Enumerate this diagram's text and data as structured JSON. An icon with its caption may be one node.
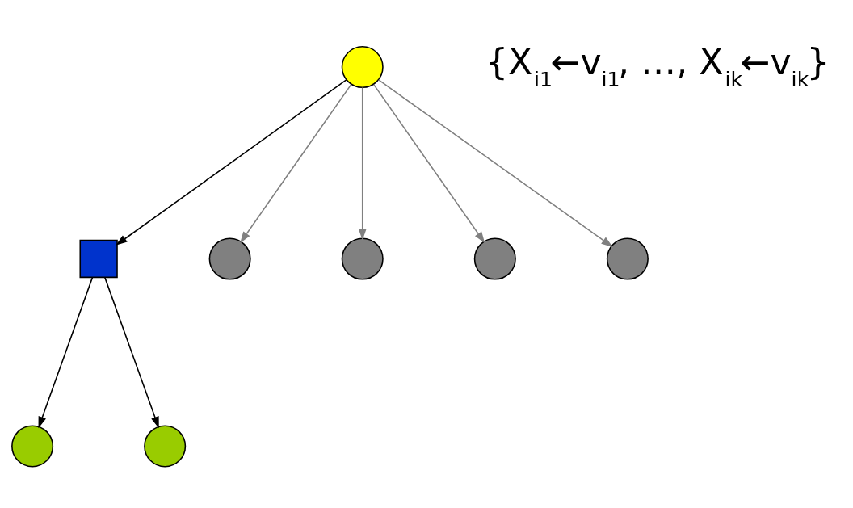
{
  "diagram": {
    "nodes": [
      {
        "text": [],
        "shape": "circle",
        "beside": [
          "{X$_{i1}$←v$_{i1}$, …, X$_{ik}$←v$_{ik}$}"
        ]
      },
      {
        "text": [],
        "shape": "box"
      },
      {
        "text": [],
        "shape": "circle"
      },
      {
        "text": [],
        "shape": "circle"
      },
      {
        "text": [],
        "shape": "circle"
      },
      {
        "text": [],
        "shape": "circle"
      },
      {
        "text": [],
        "shape": "circle"
      },
      {
        "text": [],
        "shape": "circle"
      }
    ],
    "edges": [
      {
        "from": 0,
        "to": 1,
        "arrow": "to",
        "color": "#000000"
      },
      {
        "from": 1,
        "to": 2,
        "arrow": "to",
        "color": "#000000"
      },
      {
        "from": 1,
        "to": 3,
        "arrow": "to",
        "color": "#000000"
      },
      {
        "from": 0,
        "to": 4,
        "arrow": "to"
      },
      {
        "from": 0,
        "to": 5,
        "arrow": "to"
      },
      {
        "from": 0,
        "to": 6,
        "arrow": "to"
      },
      {
        "from": 0,
        "to": 7,
        "arrow": "to"
      }
    ]
  }
}
